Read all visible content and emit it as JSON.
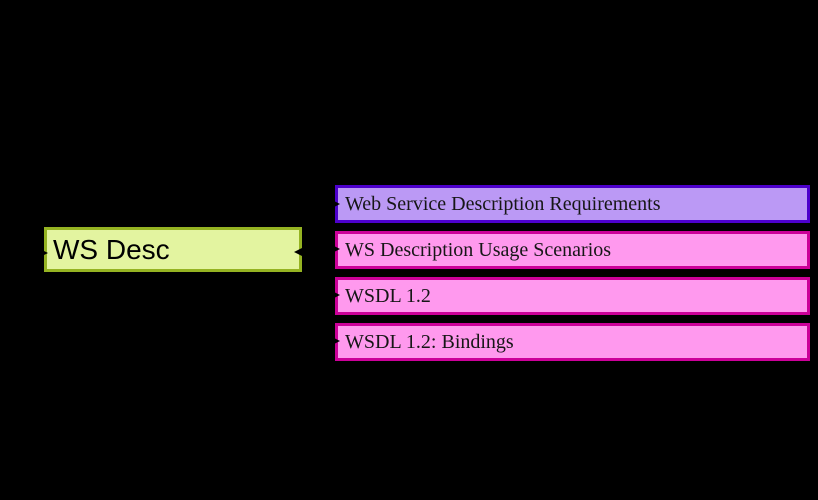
{
  "diagram": {
    "root": {
      "label": "WS Desc"
    },
    "documents": [
      {
        "label": "Web Service Description Requirements",
        "variant": "purple"
      },
      {
        "label": "WS Description Usage Scenarios",
        "variant": "pink"
      },
      {
        "label": "WSDL 1.2",
        "variant": "pink"
      },
      {
        "label": "WSDL 1.2: Bindings",
        "variant": "pink"
      }
    ],
    "edges": [
      {
        "from": "external-left",
        "to": "WS Desc",
        "arrowhead": "right"
      },
      {
        "from": "external-right",
        "to": "WS Desc",
        "arrowhead": "left"
      },
      {
        "from": "WS Desc",
        "to": "Web Service Description Requirements",
        "arrowhead": "right"
      },
      {
        "from": "WS Desc",
        "to": "WS Description Usage Scenarios",
        "arrowhead": "right"
      },
      {
        "from": "WS Desc",
        "to": "WSDL 1.2",
        "arrowhead": "right"
      },
      {
        "from": "WS Desc",
        "to": "WSDL 1.2: Bindings",
        "arrowhead": "right"
      }
    ]
  },
  "icons": {
    "arrowhead": "black-triangle"
  },
  "colors": {
    "background": "#000000",
    "root_fill": "#e3f4a0",
    "root_border": "#95b322",
    "purple_fill": "#bb99f5",
    "purple_border": "#4d00cc",
    "pink_fill": "#ff99ee",
    "pink_border": "#cc0099",
    "edge": "#000000",
    "text": "#161616"
  }
}
